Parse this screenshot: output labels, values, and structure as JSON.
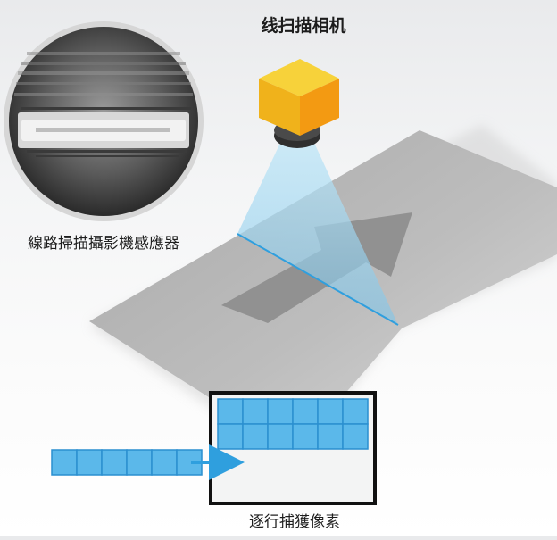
{
  "title": "线扫描相机",
  "lens_label": "線路掃描攝影機感應器",
  "caption": "逐行捕獲像素",
  "colors": {
    "camera_top": "#f7d23a",
    "camera_front": "#f0b21b",
    "camera_side": "#f39a12",
    "lens": "#2f2f2f",
    "beam": "#9fd6f0",
    "scan_line": "#2f9fde",
    "pixel_fill": "#5bb8ea",
    "pixel_stroke": "#2a8fd0",
    "surface": "#b8b8b8",
    "motion_arrow": "#8a8a8a"
  },
  "icons": [
    "camera-icon",
    "motion-arrow-icon",
    "transfer-arrow-icon"
  ]
}
